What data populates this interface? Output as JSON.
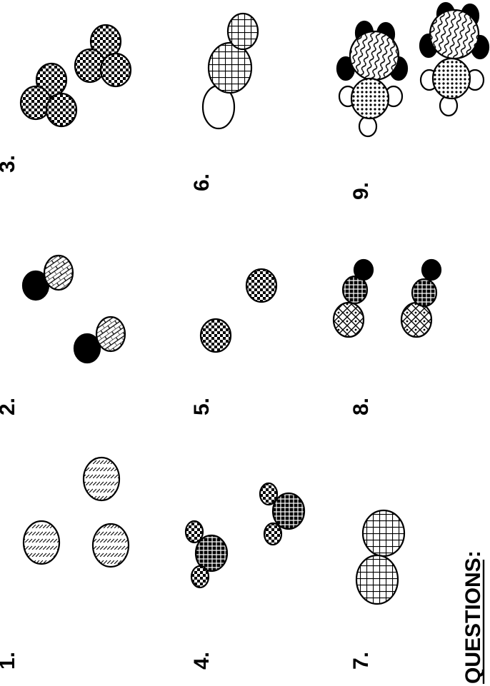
{
  "worksheet": {
    "items": [
      {
        "number": "1.",
        "description": "three separate identical particles"
      },
      {
        "number": "2.",
        "description": "two identical diatomic molecules"
      },
      {
        "number": "3.",
        "description": "two identical triatomic molecules"
      },
      {
        "number": "4.",
        "description": "two identical triatomic molecules"
      },
      {
        "number": "5.",
        "description": "two separate identical particles"
      },
      {
        "number": "6.",
        "description": "one triatomic molecule"
      },
      {
        "number": "7.",
        "description": "one diatomic molecule"
      },
      {
        "number": "8.",
        "description": "two identical triatomic molecules"
      },
      {
        "number": "9.",
        "description": "two identical complex molecules"
      }
    ],
    "questions_heading": "QUESTIONS:"
  },
  "colors": {
    "ink": "#000000",
    "paper": "#ffffff"
  }
}
